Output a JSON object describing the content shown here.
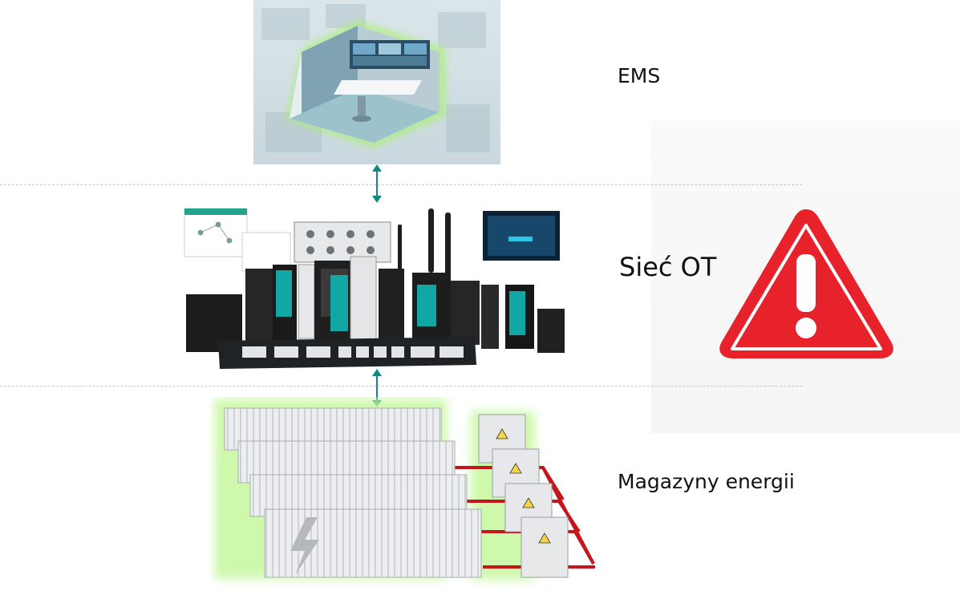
{
  "layers": {
    "ems": {
      "label": "EMS"
    },
    "ot_network": {
      "label": "Sieć OT"
    },
    "energy_storage": {
      "label": "Magazyny energii"
    }
  },
  "colors": {
    "connector": "#0f8a80",
    "warning_red": "#e8222a",
    "glow_green": "#b6f07a",
    "feeder_red": "#c4161c"
  },
  "icons": [
    "control-room-icon",
    "network-devices-icon",
    "warning-icon",
    "battery-container-icon"
  ]
}
